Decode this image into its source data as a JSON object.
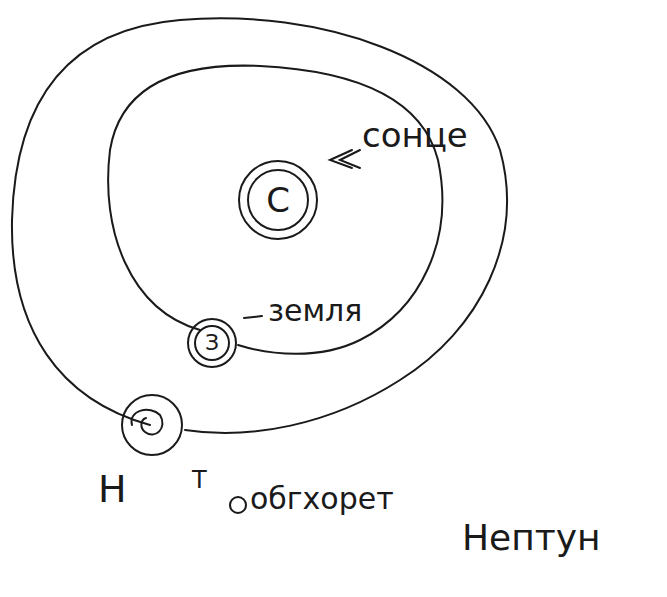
{
  "diagram": {
    "nodes": [
      {
        "text": [
          "С"
        ]
      },
      {
        "text": [
          "З"
        ]
      }
    ],
    "labels": [
      "сонце",
      "земля",
      "Н",
      "Т",
      "обгхорет",
      "Нептун"
    ]
  }
}
